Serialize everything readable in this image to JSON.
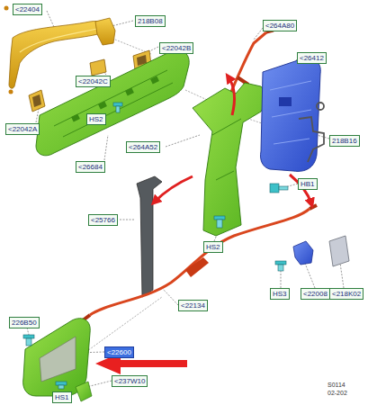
{
  "diagram": {
    "labels": [
      "<22404",
      "218B08",
      "<22042B",
      "<22042C",
      "HS2",
      "<22042A",
      "<26684",
      "<264A80",
      "<26412",
      "218B16",
      "<264A52",
      "HB1",
      "<25766",
      "HS2",
      "HS3",
      "<22008",
      "<218K02",
      "226B50",
      "<22134",
      "<22600",
      "HS1",
      "<237W10",
      "S0114",
      "02-202"
    ]
  }
}
